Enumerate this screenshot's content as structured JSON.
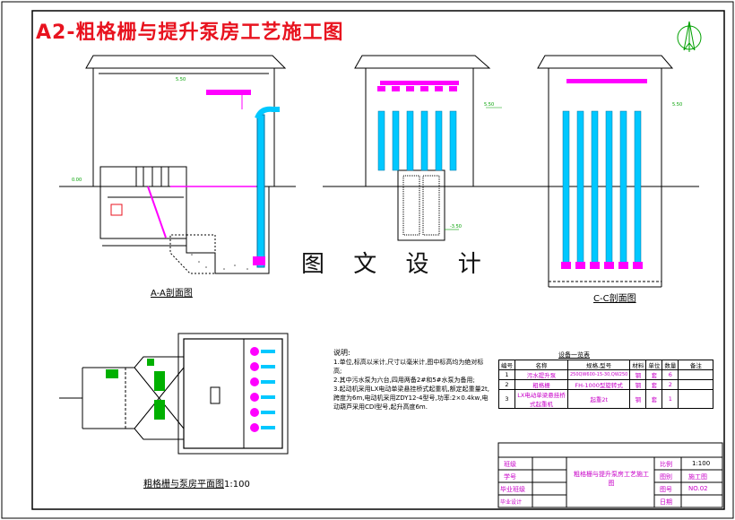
{
  "drawing_title": "A2-粗格栅与提升泵房工艺施工图",
  "watermark": "图 文 设 计",
  "section_a_caption": "A-A剖面图",
  "section_c_caption": "C-C剖面图",
  "plan_caption": "粗格栅与泵房平面图",
  "plan_scale": "1:100",
  "elevation_labels": {
    "ground": "0.00",
    "roof_left": "5.50",
    "roof_mid": "5.50",
    "roof_right": "5.50",
    "pit": "-3.50"
  },
  "notes": {
    "heading": "说明:",
    "lines": [
      "1.单位,标高以米计,尺寸以毫米计,图中标高均为绝对标高;",
      "2.其中污水泵为六台,四用两备2#和5#水泵为备用;",
      "3.起动机采用LX电动单梁悬挂桥式起重机,额定起重量2t,跨度为6m,电动机采用ZDY12-4型号,功率:2×0.4kw,电动葫芦采用CDl型号,起升高度6m."
    ]
  },
  "equipment_table": {
    "title": "设备一览表",
    "headers": [
      "编号",
      "名称",
      "规格,型号",
      "材料",
      "单位",
      "数量",
      "备注"
    ],
    "rows": [
      [
        "1",
        "污水提升泵",
        "250QW600-15-30,QW250",
        "钢",
        "套",
        "6",
        ""
      ],
      [
        "2",
        "粗格栅",
        "FH-1000型旋转式",
        "钢",
        "套",
        "2",
        ""
      ],
      [
        "3",
        "LX电动单梁悬挂桥式起重机",
        "起重2t",
        "钢",
        "套",
        "1",
        ""
      ]
    ]
  },
  "title_block": {
    "left_labels": [
      "班级",
      "学号",
      "毕业班级",
      "毕业设计"
    ],
    "center_title": "粗格栅与提升泵房工艺施工图",
    "right_labels": [
      "比例",
      "图别",
      "图号",
      "日期"
    ],
    "right_values": [
      "1:100",
      "施工图",
      "NO.02",
      ""
    ]
  },
  "colors": {
    "title_red": "#e8131f",
    "pipe_cyan": "#00c8ff",
    "magenta": "#ff00ff",
    "green_text": "#00a000",
    "line_black": "#000000"
  },
  "icons": [
    "north-arrow-icon"
  ]
}
